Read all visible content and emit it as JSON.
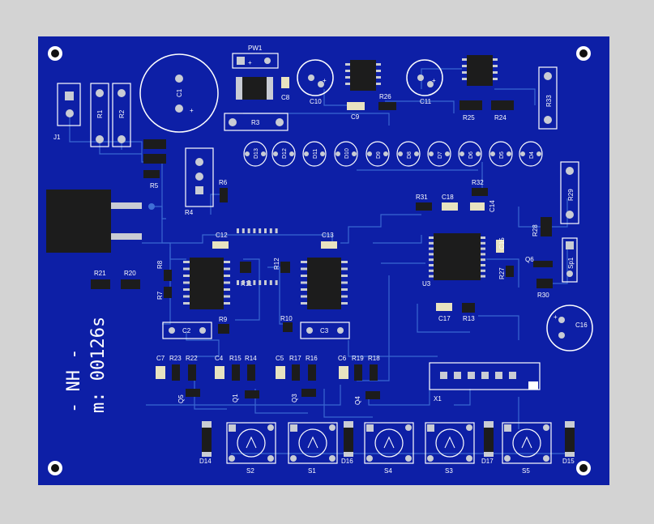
{
  "board": {
    "colors": {
      "substrate": "#0d1fa6",
      "background": "#d3d3d3",
      "silk": "#ffffff",
      "trace": "#3f6fd6",
      "copper": "#c9ccd4"
    },
    "side_text_1": "- NH -",
    "side_text_2": "m: 00126s"
  },
  "labels": {
    "PW1": "PW1",
    "J1": "J1",
    "R1": "R1",
    "R2": "R2",
    "C1": "C1",
    "R3": "R3",
    "C8": "C8",
    "C10": "C10",
    "C9": "C9",
    "R26": "R26",
    "C11": "C11",
    "R25": "R25",
    "R24": "R24",
    "R33": "R33",
    "D13": "D13",
    "D12": "D12",
    "D11": "D11",
    "D10": "D10",
    "D9": "D9",
    "D8": "D8",
    "D7": "D7",
    "D6": "D6",
    "D5": "D5",
    "D4": "D4",
    "R5": "R5",
    "R4": "R4",
    "R6": "R6",
    "R31": "R31",
    "C18": "C18",
    "R32": "R32",
    "C14": "C14",
    "R29": "R29",
    "C12": "C12",
    "C13": "C13",
    "R28": "R28",
    "C15": "C15",
    "Q6": "Q6",
    "Sp1": "Sp1",
    "U3": "U3",
    "R21": "R21",
    "R20": "R20",
    "R8": "R8",
    "R7": "R7",
    "R11": "R11",
    "R12": "R12",
    "R27": "R27",
    "R30": "R30",
    "C16": "C16",
    "C17": "C17",
    "R13": "R13",
    "C2": "C2",
    "R9": "R9",
    "R10": "R10",
    "C3": "C3",
    "C7": "C7",
    "R23": "R23",
    "R22": "R22",
    "C4": "C4",
    "R15": "R15",
    "R14": "R14",
    "C5": "C5",
    "R17": "R17",
    "R16": "R16",
    "C6": "C6",
    "R19": "R19",
    "R18": "R18",
    "Q5": "Q5",
    "Q1": "Q1",
    "Q3": "Q3",
    "Q4": "Q4",
    "X1": "X1",
    "D14": "D14",
    "S2": "S2",
    "S1": "S1",
    "D16": "D16",
    "S4": "S4",
    "S3": "S3",
    "D17": "D17",
    "S5": "S5",
    "D15": "D15",
    "plus": "+"
  }
}
